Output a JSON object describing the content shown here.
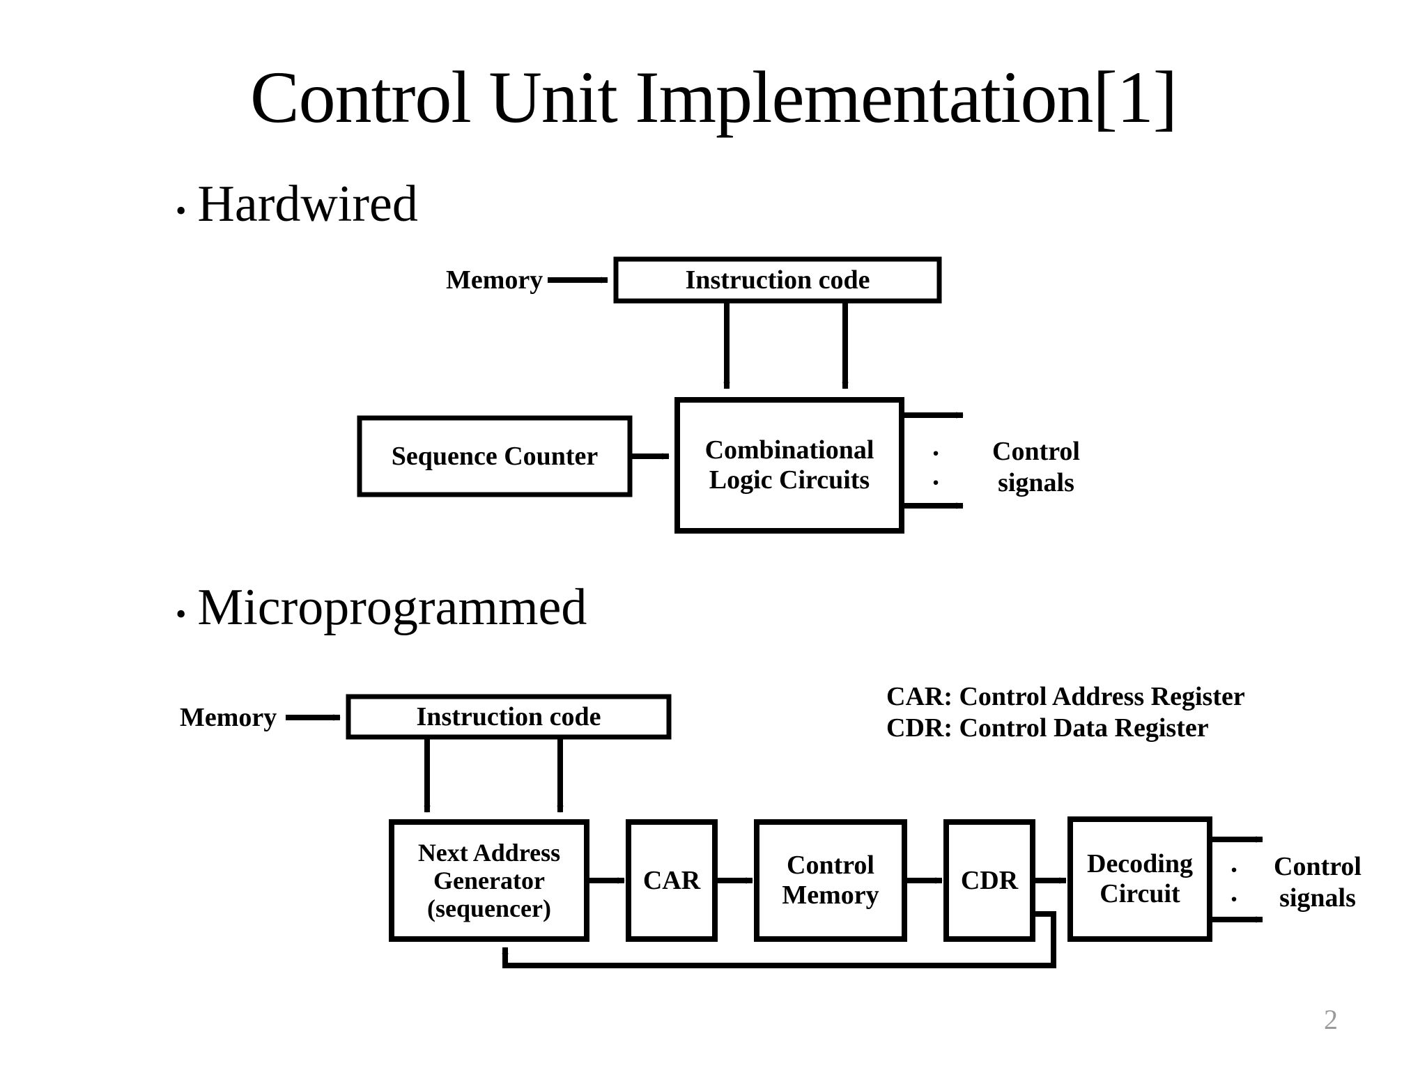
{
  "slide": {
    "title": "Control Unit Implementation[1]",
    "page_number": "2",
    "page_number_color": "#9a9a9a",
    "background": "#ffffff",
    "ink": "#000000"
  },
  "sections": [
    {
      "bullet_glyph": "•",
      "heading": "Hardwired"
    },
    {
      "bullet_glyph": "•",
      "heading": "Microprogrammed"
    }
  ],
  "hardwired_diagram": {
    "type": "block-diagram",
    "source_label": "Memory",
    "boxes": [
      {
        "id": "instruction-code",
        "label": "Instruction code"
      },
      {
        "id": "sequence-counter",
        "label": "Sequence Counter"
      },
      {
        "id": "combinational-logic",
        "label": "Combinational\nLogic Circuits"
      }
    ],
    "output_label": "Control\nsignals",
    "ellipsis_dots": [
      "·",
      "·"
    ],
    "edges": [
      {
        "from": "Memory",
        "to": "Instruction code"
      },
      {
        "from": "Instruction code",
        "to": "Combinational Logic Circuits"
      },
      {
        "from": "Instruction code",
        "to": "Combinational Logic Circuits"
      },
      {
        "from": "Sequence Counter",
        "to": "Combinational Logic Circuits"
      },
      {
        "from": "Combinational Logic Circuits",
        "to": "Control signals"
      },
      {
        "from": "Combinational Logic Circuits",
        "to": "Control signals"
      }
    ]
  },
  "microprogrammed_diagram": {
    "type": "block-diagram",
    "source_label": "Memory",
    "boxes": [
      {
        "id": "instruction-code",
        "label": "Instruction code"
      },
      {
        "id": "next-address-generator",
        "label": "Next Address\nGenerator\n(sequencer)"
      },
      {
        "id": "car",
        "label": "CAR"
      },
      {
        "id": "control-memory",
        "label": "Control\nMemory"
      },
      {
        "id": "cdr",
        "label": "CDR"
      },
      {
        "id": "decoding-circuit",
        "label": "Decoding\nCircuit"
      }
    ],
    "output_label": "Control\nsignals",
    "ellipsis_dots": [
      "·",
      "·"
    ],
    "legend": [
      "CAR: Control Address Register",
      "CDR: Control Data Register"
    ],
    "legend_text": "CAR: Control Address Register\nCDR: Control Data Register",
    "edges": [
      {
        "from": "Memory",
        "to": "Instruction code"
      },
      {
        "from": "Instruction code",
        "to": "Next Address Generator"
      },
      {
        "from": "Instruction code",
        "to": "Next Address Generator"
      },
      {
        "from": "Next Address Generator",
        "to": "CAR"
      },
      {
        "from": "CAR",
        "to": "Control Memory"
      },
      {
        "from": "Control Memory",
        "to": "CDR"
      },
      {
        "from": "CDR",
        "to": "Decoding Circuit"
      },
      {
        "from": "CDR",
        "to": "Next Address Generator (feedback)"
      },
      {
        "from": "Decoding Circuit",
        "to": "Control signals"
      },
      {
        "from": "Decoding Circuit",
        "to": "Control signals"
      }
    ]
  }
}
